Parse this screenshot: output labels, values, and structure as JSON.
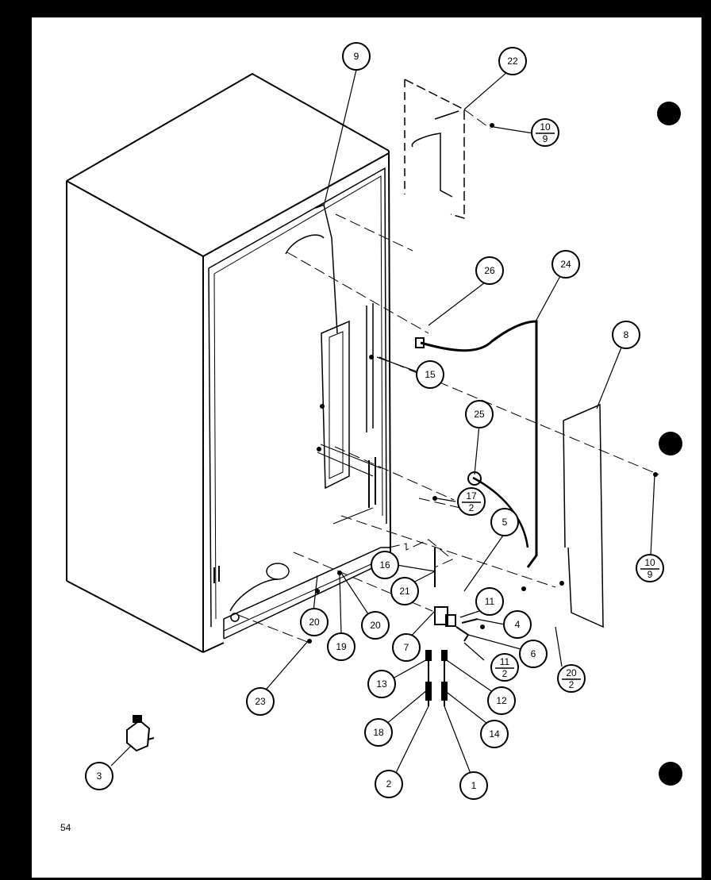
{
  "page": {
    "number": "54"
  },
  "callouts": [
    {
      "id": "c9",
      "label": "9"
    },
    {
      "id": "c22",
      "label": "22"
    },
    {
      "id": "c10a",
      "label": "10",
      "sub": "9"
    },
    {
      "id": "c26",
      "label": "26"
    },
    {
      "id": "c24",
      "label": "24"
    },
    {
      "id": "c8",
      "label": "8"
    },
    {
      "id": "c15",
      "label": "15"
    },
    {
      "id": "c25",
      "label": "25"
    },
    {
      "id": "c17",
      "label": "17",
      "sub": "2"
    },
    {
      "id": "c10b",
      "label": "10",
      "sub": "9"
    },
    {
      "id": "c5",
      "label": "5"
    },
    {
      "id": "c16",
      "label": "16"
    },
    {
      "id": "c21",
      "label": "21"
    },
    {
      "id": "c11a",
      "label": "11"
    },
    {
      "id": "c4",
      "label": "4"
    },
    {
      "id": "c6",
      "label": "6"
    },
    {
      "id": "c11b",
      "label": "11",
      "sub": "2"
    },
    {
      "id": "c7",
      "label": "7"
    },
    {
      "id": "c20a",
      "label": "20"
    },
    {
      "id": "c20b",
      "label": "20"
    },
    {
      "id": "c19",
      "label": "19"
    },
    {
      "id": "c20c",
      "label": "20",
      "sub": "2"
    },
    {
      "id": "c23",
      "label": "23"
    },
    {
      "id": "c13",
      "label": "13"
    },
    {
      "id": "c12",
      "label": "12"
    },
    {
      "id": "c18",
      "label": "18"
    },
    {
      "id": "c14",
      "label": "14"
    },
    {
      "id": "c2",
      "label": "2"
    },
    {
      "id": "c1",
      "label": "1"
    },
    {
      "id": "c3",
      "label": "3"
    }
  ],
  "colors": {
    "ink": "#000000",
    "paper": "#ffffff",
    "background": "#000000"
  }
}
